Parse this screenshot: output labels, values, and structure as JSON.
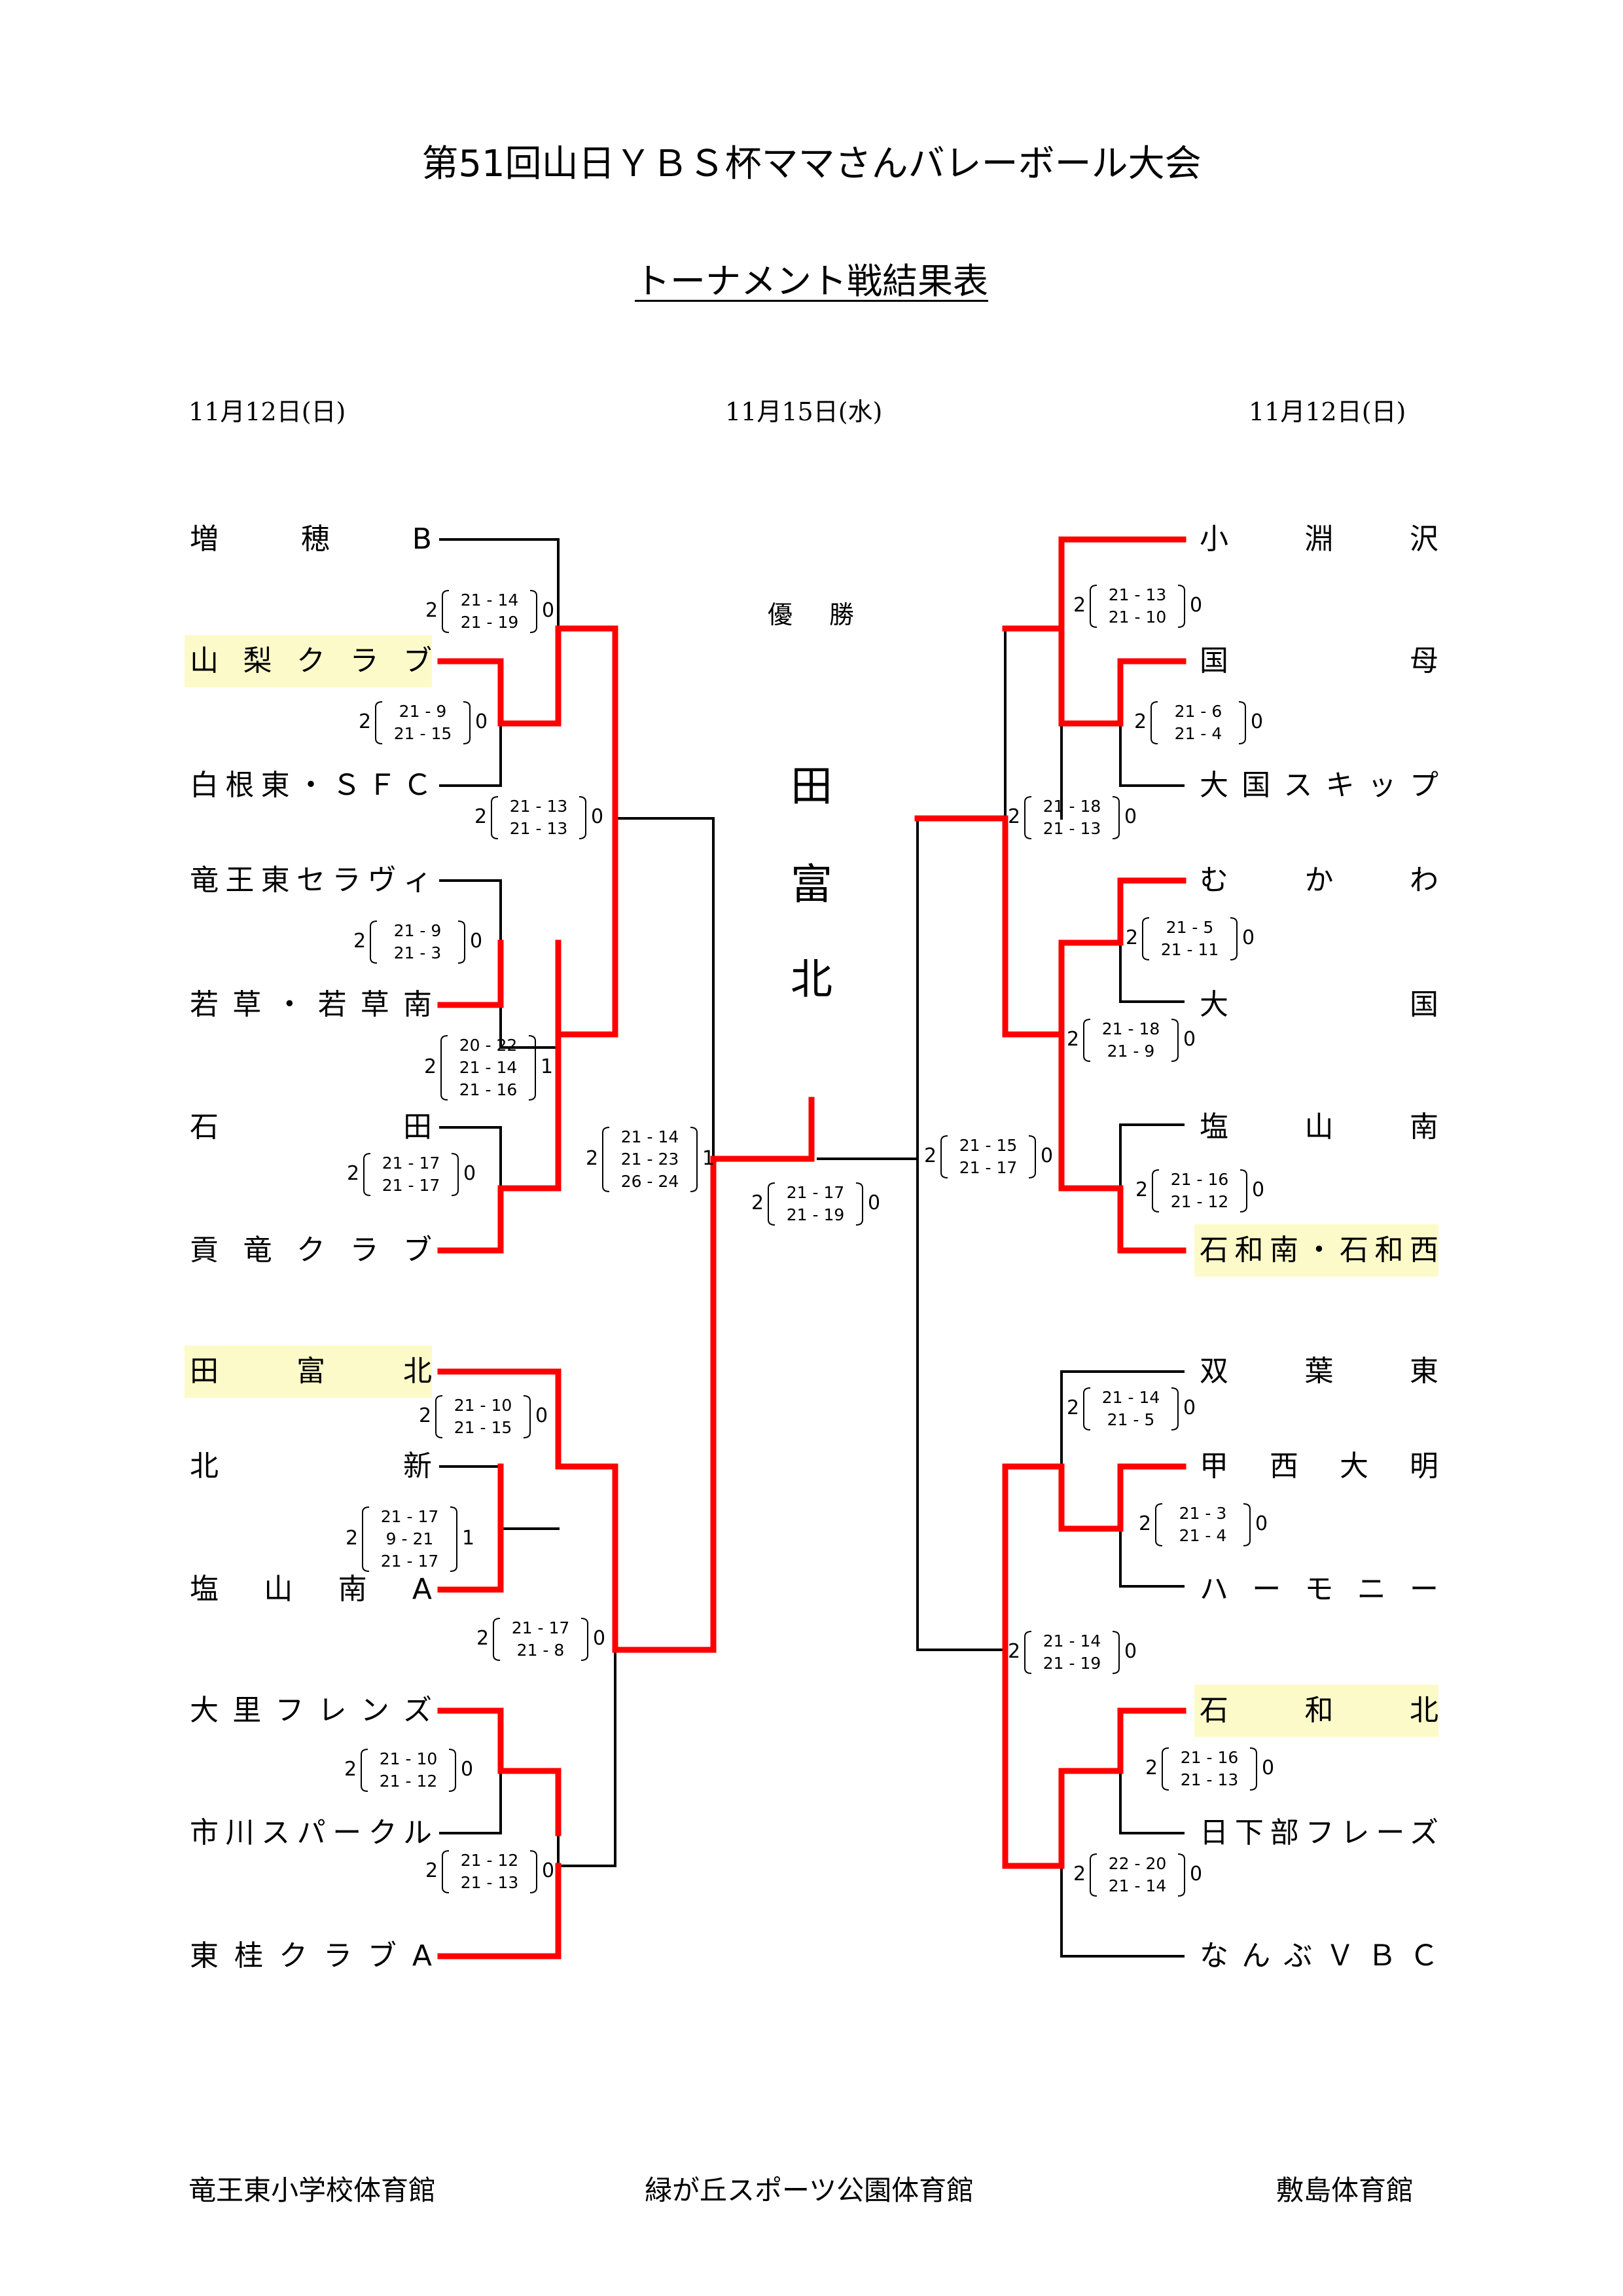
{
  "title": "第51回山日ＹＢＳ杯ママさんバレーボール大会",
  "subtitle": "トーナメント戦結果表",
  "dates": {
    "left": "11月12日(日)",
    "center": "11月15日(水)",
    "right": "11月12日(日)"
  },
  "venues": {
    "left": "竜王東小学校体育館",
    "center": "緑が丘スポーツ公園体育館",
    "right": "敷島体育館"
  },
  "champion": {
    "label": "優 勝",
    "name_chars": [
      "田",
      "富",
      "北"
    ]
  },
  "colors": {
    "winner_line": "#ff0000",
    "loser_line": "#000000",
    "highlight": "#fdfac9"
  },
  "teams_left": [
    "増 穂 B",
    "山 梨 ク ラ ブ",
    "白根東・ＳＦＣ",
    "竜王東セラヴィ",
    "若 草 ・ 若 草 南",
    "石 田",
    "貢 竜 ク ラ ブ",
    "田 富 北",
    "北 新",
    "塩 山 南 A",
    "大 里 フ レ ン ズ",
    "市川スパークル",
    "東 桂 ク ラ ブ A"
  ],
  "teams_right": [
    "小 淵 沢",
    "国 母",
    "大 国 ス キ ッ プ",
    "む か わ",
    "大 国",
    "塩 山 南",
    "石和南・石和西",
    "双 葉 東",
    "甲 西 大 明",
    "ハ ー モ ニ ー",
    "石 和 北",
    "日下部フレーズ",
    "な ん ぶ Ｖ Ｂ Ｃ"
  ],
  "scores": [
    {
      "l": "2",
      "sets": [
        "21 - 14",
        "21 - 19"
      ],
      "r": "0"
    },
    {
      "l": "2",
      "sets": [
        "21 - 9",
        "21 - 15"
      ],
      "r": "0"
    },
    {
      "l": "2",
      "sets": [
        "21 - 13",
        "21 - 13"
      ],
      "r": "0"
    },
    {
      "l": "2",
      "sets": [
        "21 - 9",
        "21 - 3"
      ],
      "r": "0"
    },
    {
      "l": "2",
      "sets": [
        "20 - 22",
        "21 - 14",
        "21 - 16"
      ],
      "r": "1"
    },
    {
      "l": "2",
      "sets": [
        "21 - 17",
        "21 - 17"
      ],
      "r": "0"
    },
    {
      "l": "2",
      "sets": [
        "21 - 14",
        "21 - 23",
        "26 - 24"
      ],
      "r": "1"
    },
    {
      "l": "2",
      "sets": [
        "21 - 10",
        "21 - 15"
      ],
      "r": "0"
    },
    {
      "l": "2",
      "sets": [
        "21 - 17",
        "9 - 21",
        "21 - 17"
      ],
      "r": "1"
    },
    {
      "l": "2",
      "sets": [
        "21 - 17",
        "21 - 8"
      ],
      "r": "0"
    },
    {
      "l": "2",
      "sets": [
        "21 - 10",
        "21 - 12"
      ],
      "r": "0"
    },
    {
      "l": "2",
      "sets": [
        "21 - 12",
        "21 - 13"
      ],
      "r": "0"
    },
    {
      "l": "2",
      "sets": [
        "21 - 17",
        "21 - 19"
      ],
      "r": "0"
    },
    {
      "l": "2",
      "sets": [
        "21 - 13",
        "21 - 10"
      ],
      "r": "0"
    },
    {
      "l": "2",
      "sets": [
        "21 - 6",
        "21 - 4"
      ],
      "r": "0"
    },
    {
      "l": "2",
      "sets": [
        "21 - 18",
        "21 - 13"
      ],
      "r": "0"
    },
    {
      "l": "2",
      "sets": [
        "21 - 5",
        "21 - 11"
      ],
      "r": "0"
    },
    {
      "l": "2",
      "sets": [
        "21 - 18",
        "21 - 9"
      ],
      "r": "0"
    },
    {
      "l": "2",
      "sets": [
        "21 - 15",
        "21 - 17"
      ],
      "r": "0"
    },
    {
      "l": "2",
      "sets": [
        "21 - 16",
        "21 - 12"
      ],
      "r": "0"
    },
    {
      "l": "2",
      "sets": [
        "21 - 14",
        "21 - 5"
      ],
      "r": "0"
    },
    {
      "l": "2",
      "sets": [
        "21 - 3",
        "21 - 4"
      ],
      "r": "0"
    },
    {
      "l": "2",
      "sets": [
        "21 - 14",
        "21 - 19"
      ],
      "r": "0"
    },
    {
      "l": "2",
      "sets": [
        "21 - 16",
        "21 - 13"
      ],
      "r": "0"
    },
    {
      "l": "2",
      "sets": [
        "22 - 20",
        "21 - 14"
      ],
      "r": "0"
    }
  ]
}
